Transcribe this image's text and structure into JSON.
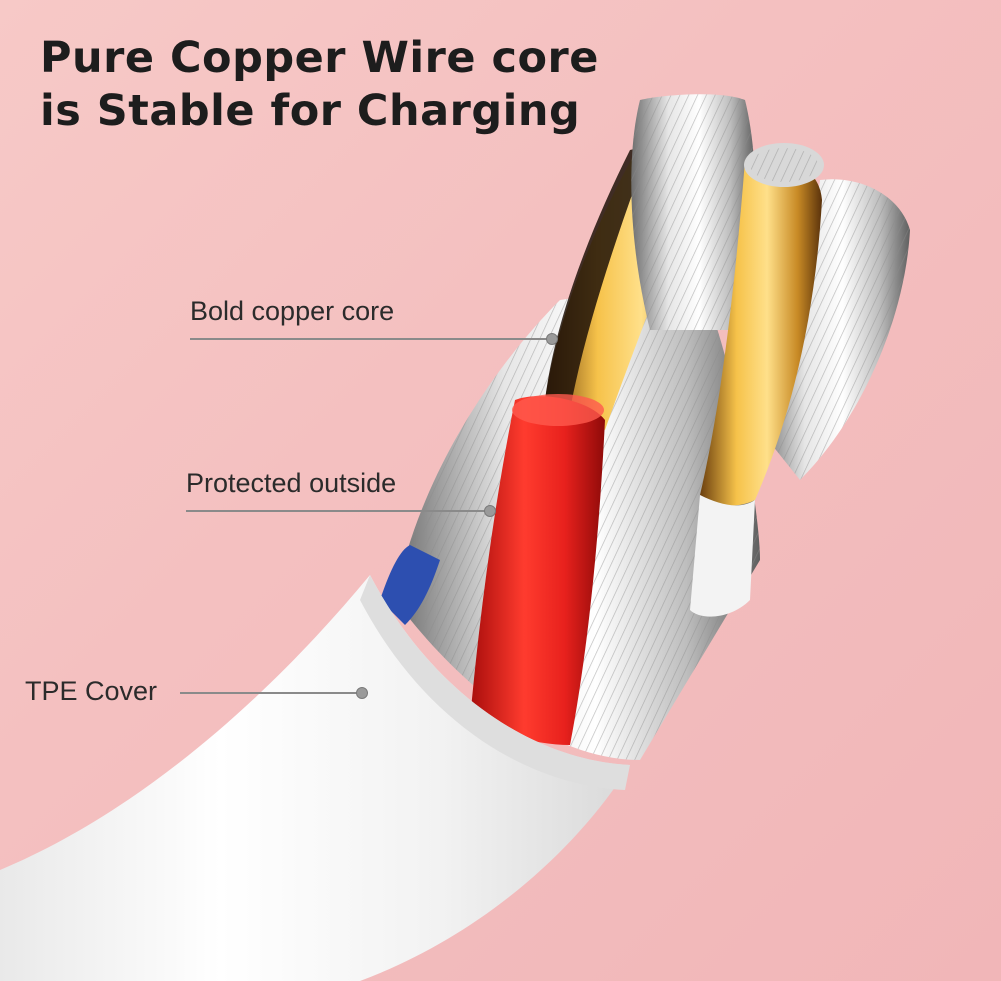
{
  "headline": {
    "line1": "Pure Copper Wire core",
    "line2": "is Stable for Charging"
  },
  "callouts": {
    "copper_core": "Bold copper core",
    "protected": "Protected outside",
    "tpe_cover": "TPE Cover"
  },
  "colors": {
    "background": "#f4c0c0",
    "copper": "#d9a437",
    "red_insulation": "#e8211d",
    "blue_insulation": "#2d4fb0",
    "silver": "#c9c9c9",
    "jacket": "#f7f7f7"
  }
}
